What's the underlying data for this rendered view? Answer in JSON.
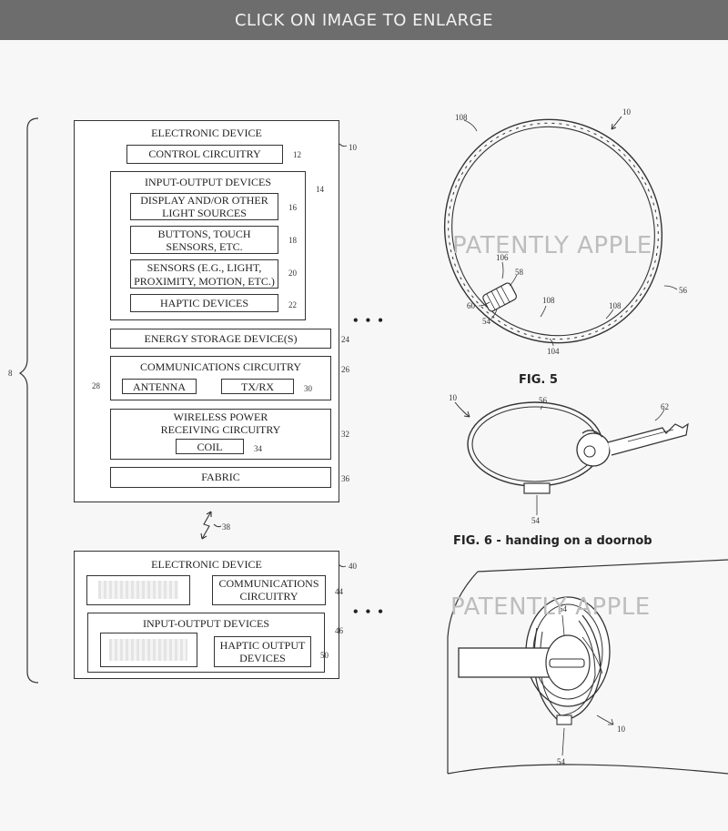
{
  "banner": "CLICK ON IMAGE TO ENLARGE",
  "watermark": "PATENTLY APPLE",
  "ellipsis": "• • •",
  "block": {
    "system_ref": "8",
    "link_ref": "38",
    "device1": {
      "title": "ELECTRONIC DEVICE",
      "ref": "10",
      "control": "CONTROL CIRCUITRY",
      "control_ref": "12",
      "io_title": "INPUT-OUTPUT DEVICES",
      "io_ref": "14",
      "display_l1": "DISPLAY AND/OR OTHER",
      "display_l2": "LIGHT SOURCES",
      "display_ref": "16",
      "buttons_l1": "BUTTONS, TOUCH",
      "buttons_l2": "SENSORS, ETC.",
      "buttons_ref": "18",
      "sensors_l1": "SENSORS (E.G., LIGHT,",
      "sensors_l2": "PROXIMITY, MOTION, ETC.)",
      "sensors_ref": "20",
      "haptic": "HAPTIC DEVICES",
      "haptic_ref": "22",
      "energy": "ENERGY STORAGE DEVICE(S)",
      "energy_ref": "24",
      "comm": "COMMUNICATIONS CIRCUITRY",
      "comm_ref": "26",
      "antenna": "ANTENNA",
      "antenna_ref": "28",
      "txrx": "TX/RX",
      "txrx_ref": "30",
      "wireless_l1": "WIRELESS POWER",
      "wireless_l2": "RECEIVING CIRCUITRY",
      "wireless_ref": "32",
      "coil": "COIL",
      "coil_ref": "34",
      "fabric": "FABRIC",
      "fabric_ref": "36"
    },
    "device2": {
      "title": "ELECTRONIC DEVICE",
      "ref": "40",
      "comm_l1": "COMMUNICATIONS",
      "comm_l2": "CIRCUITRY",
      "comm_ref": "44",
      "io_title": "INPUT-OUTPUT DEVICES",
      "io_ref": "46",
      "haptic_l1": "HAPTIC OUTPUT",
      "haptic_l2": "DEVICES",
      "haptic_ref": "50"
    }
  },
  "fig5": {
    "caption": "FIG. 5",
    "refs": {
      "r10": "10",
      "r108a": "108",
      "r106": "106",
      "r58": "58",
      "r60": "60",
      "r54": "54",
      "r108b": "108",
      "r108c": "108",
      "r104": "104",
      "r56": "56"
    }
  },
  "fig6": {
    "caption": "FIG. 6 - handing on a doornob",
    "refs": {
      "r10": "10",
      "r56": "56",
      "r62": "62",
      "r54": "54"
    }
  },
  "fig7": {
    "refs": {
      "r64": "64",
      "r10": "10",
      "r54": "54"
    }
  }
}
